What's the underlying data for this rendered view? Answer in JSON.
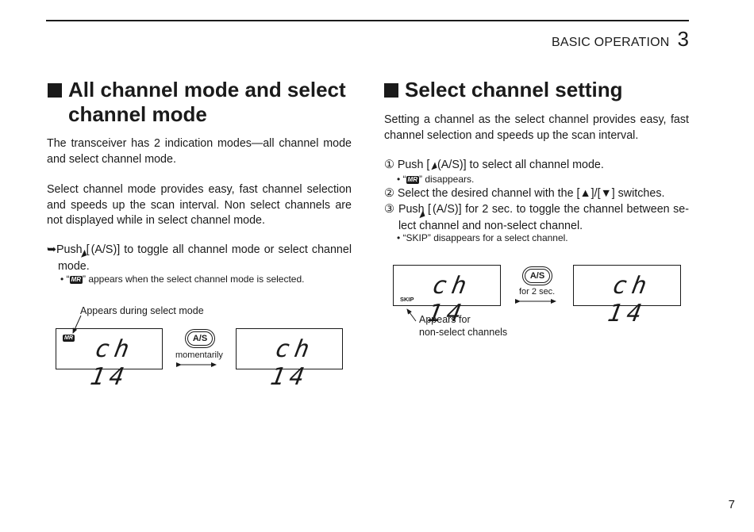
{
  "header": {
    "section": "BASIC OPERATION",
    "chapter": "3"
  },
  "left": {
    "heading_line1": "All channel mode and select",
    "heading_line2": "channel mode",
    "para1": "The transceiver has 2 indication modes—all channel mode and select channel mode.",
    "para2": "Select channel mode provides easy, fast channel selection and speeds up the scan interval. Non select channels are not displayed while in select channel mode.",
    "push_arrow": "➥",
    "push_a": "Push [",
    "push_b": "(A/S)] to toggle all channel mode or select channel mode.",
    "note_a": "• “",
    "note_badge": "MR",
    "note_b": "” appears when the select channel mode is selected.",
    "annot": "Appears during select mode",
    "lcd_badge": "MR",
    "lcd1": "ch 14",
    "lcd2": "ch 14",
    "button": "A/S",
    "caption": "momentarily"
  },
  "right": {
    "heading": "Select channel setting",
    "para1": "Setting a channel as the select channel provides easy, fast channel selection and speeds up the scan interval.",
    "step1_num": "①",
    "step1_a": "Push [",
    "step1_b": "(A/S)] to select all channel mode.",
    "step1_note_a": "• “",
    "step1_note_badge": "MR",
    "step1_note_b": "” disappears.",
    "step2_num": "②",
    "step2": "Select the desired channel with the [▲]/[▼] switches.",
    "step3_num": "③",
    "step3_a": "Push [",
    "step3_b": "(A/S)] for 2 sec. to toggle the channel between se- lect channel and non-select channel.",
    "step3_note": "• “SKIP” disappears for a select channel.",
    "lcd_skip": "SKIP",
    "lcd1": "ch 14",
    "lcd2": "ch 14",
    "button": "A/S",
    "caption": "for 2 sec.",
    "annot_line1": "Appears for",
    "annot_line2": "non-select channels"
  },
  "key_icon": "◢",
  "page_number": "7"
}
